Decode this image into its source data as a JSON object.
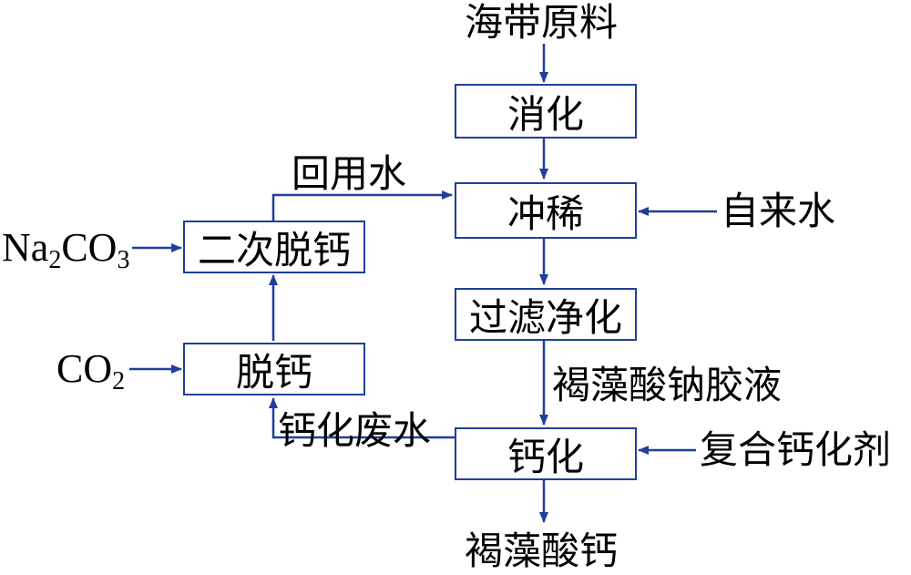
{
  "diagram": {
    "inputs": {
      "raw_material": "海带原料",
      "tap_water": "自来水",
      "composite_agent": "复合钙化剂",
      "na2co3": {
        "a": "Na",
        "sub1": "2",
        "b": "CO",
        "sub2": "3"
      },
      "co2": {
        "a": "CO",
        "sub": "2"
      }
    },
    "process": {
      "digestion": "消化",
      "dilution": "冲稀",
      "filtration": "过滤净化",
      "calcification": "钙化",
      "decalcification": "脱钙",
      "secondary_decalcification": "二次脱钙"
    },
    "streams": {
      "alginate_solution": "褐藻酸钠胶液",
      "recycled_water": "回用水",
      "waste_water": "钙化废水"
    },
    "product": "褐藻酸钙",
    "colors": {
      "line": "#1f3f9a",
      "text": "#000000"
    }
  }
}
